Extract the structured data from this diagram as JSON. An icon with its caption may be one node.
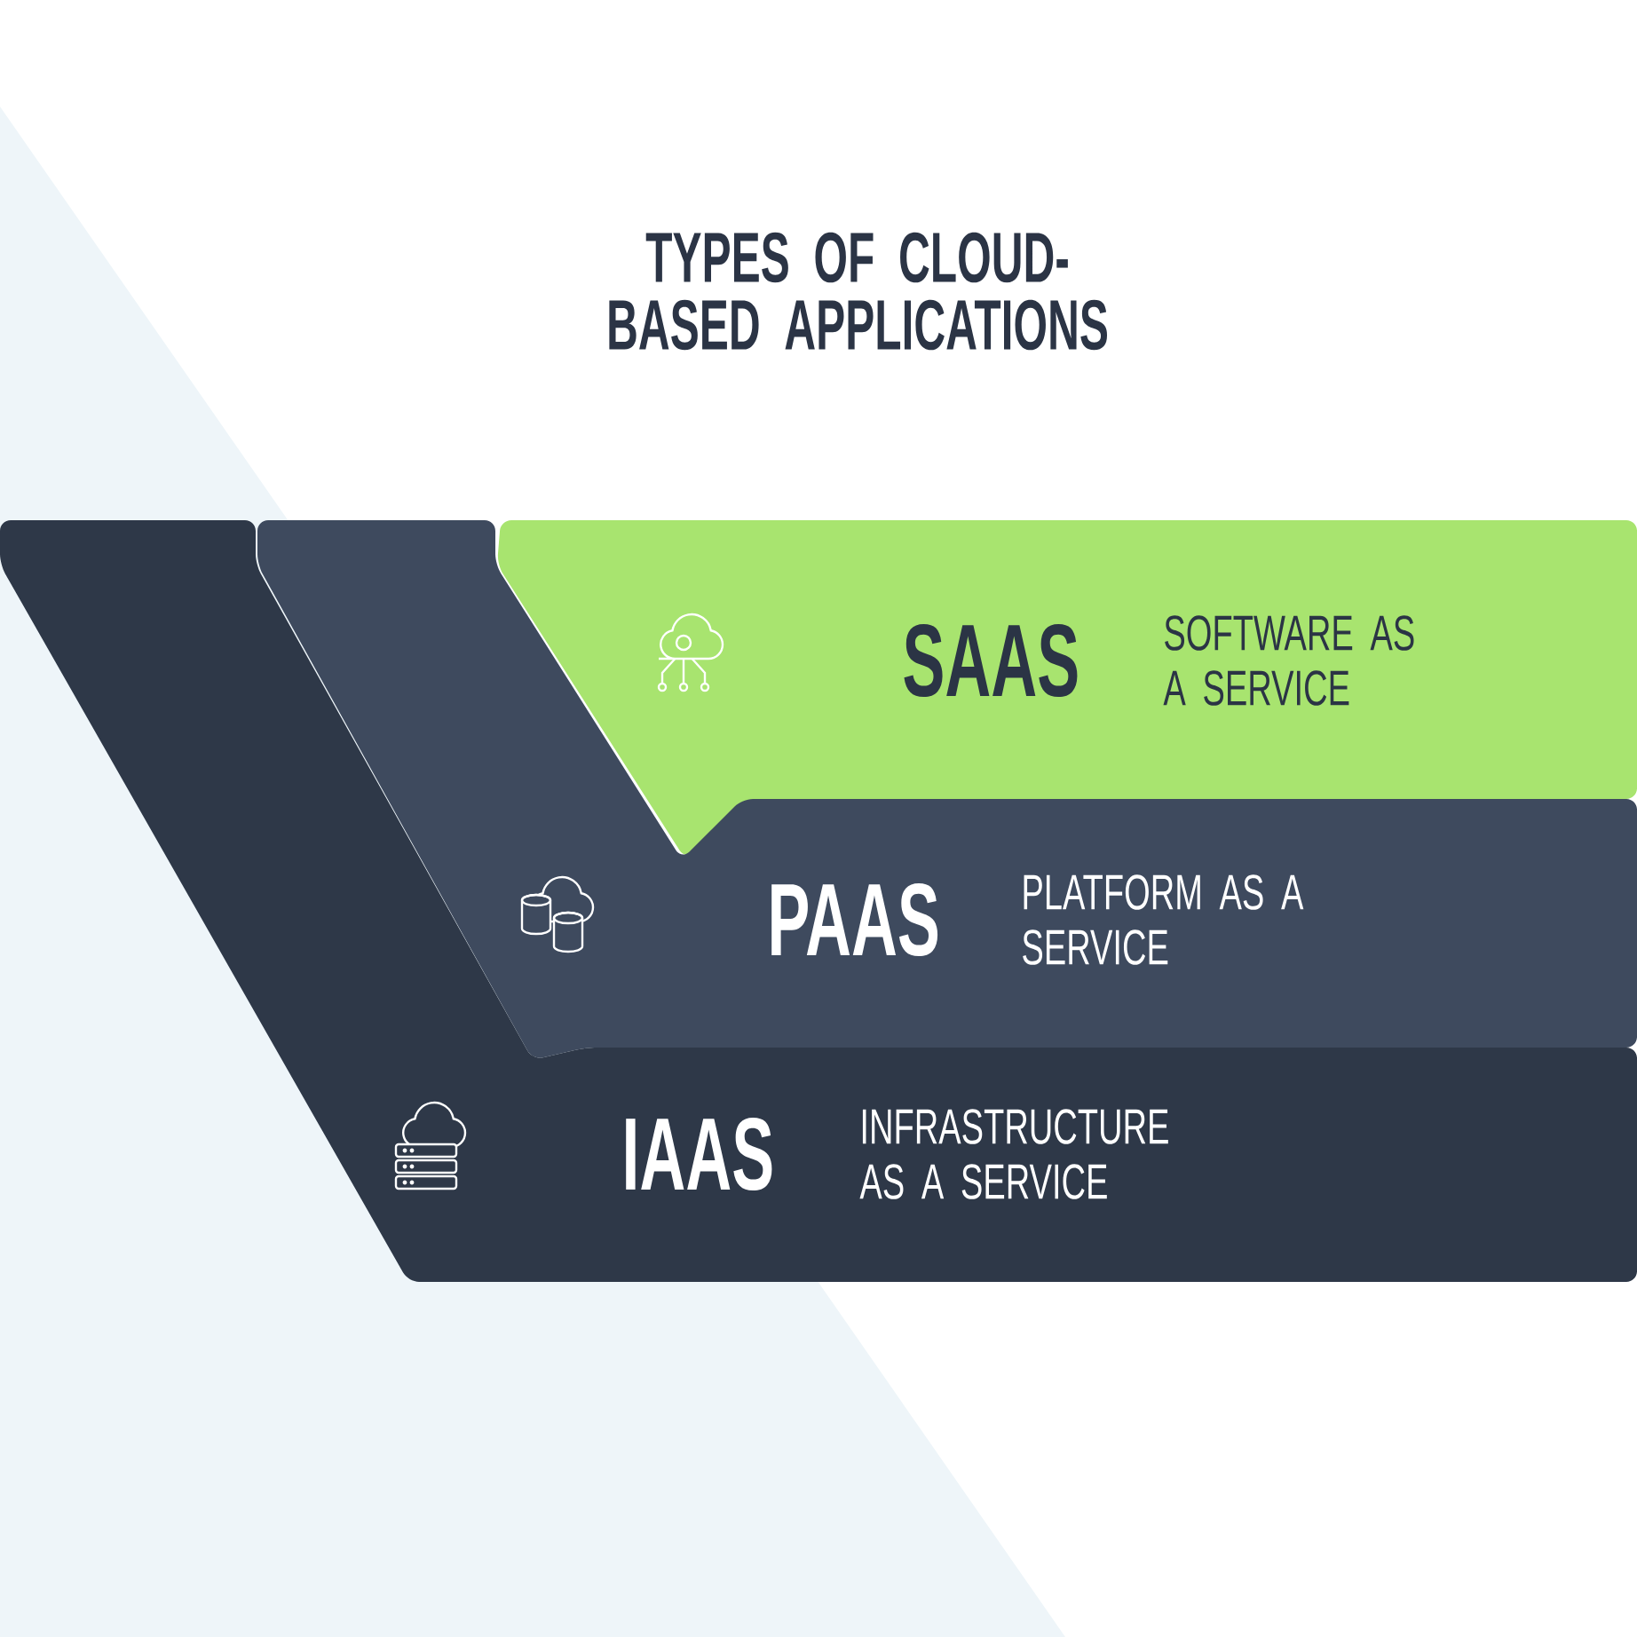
{
  "diagram": {
    "title": "TYPES OF CLOUD-BASED APPLICATIONS",
    "nodes": [
      {
        "text": [
          "SAAS",
          "SOFTWARE AS A SERVICE"
        ]
      },
      {
        "text": [
          "PAAS",
          "PLATFORM AS A SERVICE"
        ]
      },
      {
        "text": [
          "IAAS",
          "INFRASTRUCTURE AS A SERVICE"
        ]
      }
    ]
  }
}
